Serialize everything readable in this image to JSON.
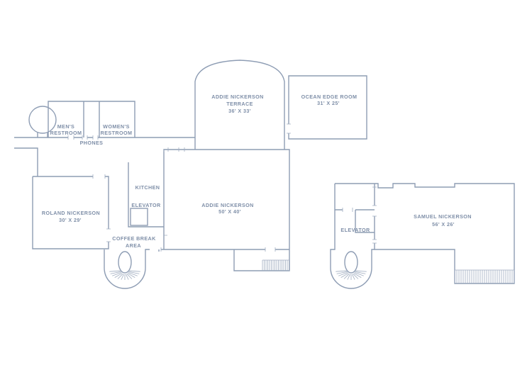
{
  "rooms": {
    "mens_restroom": [
      "MEN'S",
      "RESTROOM"
    ],
    "womens_restroom": [
      "WOMEN'S",
      "RESTROOM"
    ],
    "phones": "PHONES",
    "terrace": [
      "ADDIE NICKERSON",
      "TERRACE",
      "36' X 33'"
    ],
    "ocean_edge": [
      "OCEAN EDGE ROOM",
      "31' X 25'"
    ],
    "kitchen": "KITCHEN",
    "elevator_main": "ELEVATOR",
    "addie": [
      "ADDIE NICKERSON",
      "50' X 40'"
    ],
    "roland": [
      "ROLAND NICKERSON",
      "30' X 29'"
    ],
    "coffee": [
      "COFFEE BREAK",
      "AREA"
    ],
    "samuel": [
      "SAMUEL NICKERSON",
      "56' X 26'"
    ],
    "elevator_samuel": "ELEVATOR"
  },
  "colors": {
    "wall": "#8e9db4",
    "label": "#7f8fa8"
  }
}
